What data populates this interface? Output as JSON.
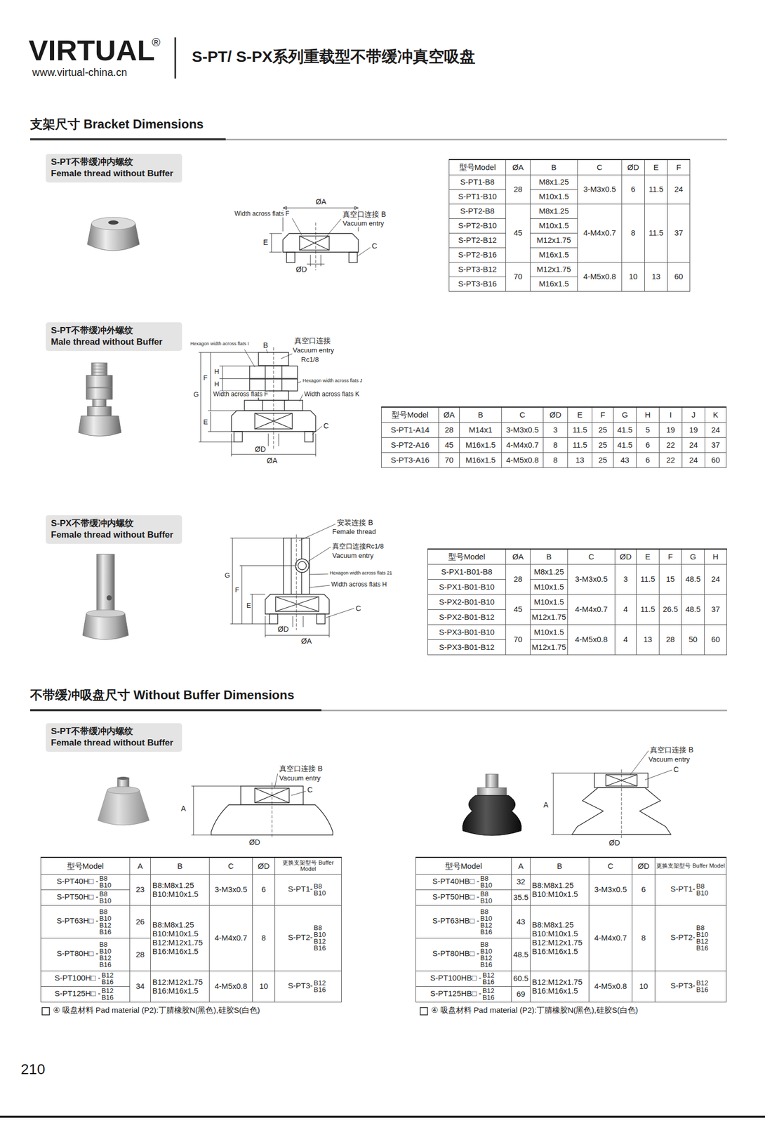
{
  "diagram": {
    "title": "S-PT/ S-PX系列重载型不带缓冲真空吸盘",
    "nodes": [
      {
        "text": [
          "S-PT不带缓冲内螺纹",
          "Female thread without Buffer"
        ]
      },
      {
        "text": [
          "S-PT不带缓冲外螺纹",
          "Male thread without Buffer"
        ]
      },
      {
        "text": [
          "S-PX不带缓冲内螺纹",
          "Female thread without Buffer"
        ]
      },
      {
        "text": [
          "S-PT不带缓冲内螺纹",
          "Female thread without Buffer"
        ]
      }
    ],
    "labels": [
      "VIRTUAL",
      "®",
      "www.virtual-china.cn",
      "支架尺寸 Bracket Dimensions",
      "ØA",
      "Width across flats F",
      "真空口连接 B",
      "Vacuum entry",
      "E",
      "C",
      "ØD",
      "型号Model",
      "ØA",
      "B",
      "C",
      "ØD",
      "E",
      "F",
      "S-PT1-B8",
      "28",
      "M8x1.25",
      "3-M3x0.5",
      "6",
      "11.5",
      "24",
      "S-PT1-B10",
      "M10x1.5",
      "S-PT2-B8",
      "45",
      "M8x1.25",
      "4-M4x0.7",
      "8",
      "11.5",
      "37",
      "S-PT2-B10",
      "M10x1.5",
      "S-PT2-B12",
      "M12x1.75",
      "S-PT2-B16",
      "M16x1.5",
      "S-PT3-B12",
      "70",
      "M12x1.75",
      "4-M5x0.8",
      "10",
      "13",
      "60",
      "S-PT3-B16",
      "M16x1.5",
      "Hexagon width across flats I",
      "B",
      "真空口连接",
      "Vacuum entry",
      "Rc1/8",
      "H",
      "H",
      "F",
      "G",
      "Hexagon width across flats J",
      "Width across flats F",
      "Width across flats K",
      "E",
      "C",
      "ØD",
      "ØA",
      "型号Model",
      "ØA",
      "B",
      "C",
      "ØD",
      "E",
      "F",
      "G",
      "H",
      "I",
      "J",
      "K",
      "S-PT1-A14",
      "28",
      "M14x1",
      "3-M3x0.5",
      "3",
      "11.5",
      "25",
      "41.5",
      "5",
      "19",
      "19",
      "24",
      "S-PT2-A16",
      "45",
      "M16x1.5",
      "4-M4x0.7",
      "8",
      "11.5",
      "25",
      "41.5",
      "6",
      "22",
      "24",
      "37",
      "S-PT3-A16",
      "70",
      "M16x1.5",
      "4-M5x0.8",
      "8",
      "13",
      "25",
      "43",
      "6",
      "22",
      "24",
      "60",
      "安装连接 B",
      "Female thread",
      "真空口连接Rc1/8",
      "Vacuum entry",
      "Hexagon width across flats 21",
      "Width across flats H",
      "G",
      "F",
      "E",
      "C",
      "ØD",
      "ØA",
      "型号Model",
      "ØA",
      "B",
      "C",
      "ØD",
      "E",
      "F",
      "G",
      "H",
      "S-PX1-B01-B8",
      "28",
      "M8x1.25",
      "3-M3x0.5",
      "3",
      "11.5",
      "15",
      "48.5",
      "24",
      "S-PX1-B01-B10",
      "M10x1.5",
      "S-PX2-B01-B10",
      "45",
      "M10x1.5",
      "4-M4x0.7",
      "4",
      "11.5",
      "26.5",
      "48.5",
      "37",
      "S-PX2-B01-B12",
      "M12x1.75",
      "S-PX3-B01-B10",
      "70",
      "M10x1.5",
      "4-M5x0.8",
      "4",
      "13",
      "28",
      "50",
      "60",
      "S-PX3-B01-B12",
      "M12x1.75",
      "不带缓冲吸盘尺寸 Without Buffer Dimensions",
      "真空口连接 B",
      "Vacuum entry",
      "C",
      "A",
      "ØD",
      "真空口连接 B",
      "Vacuum entry",
      "C",
      "A",
      "ØD",
      "型号Model",
      "A",
      "B",
      "C",
      "ØD",
      "更换支架型号 Buffer Model",
      "S-PT40H□ -",
      "B8 B10",
      "23",
      "B8:M8x1.25 B10:M10x1.5",
      "3-M3x0.5",
      "6",
      "S-PT1-",
      "B8 B10",
      "S-PT50H□ -",
      "B8 B10",
      "S-PT63H□ -",
      "B8 B10 B12 B16",
      "26",
      "B8:M8x1.25 B10:M10x1.5 B12:M12x1.75 B16:M16x1.5",
      "4-M4x0.7",
      "8",
      "S-PT2-",
      "B8 B10 B12 B16",
      "S-PT80H□ -",
      "B8 B10 B12 B16",
      "28",
      "S-PT100H□ -",
      "B12 B16",
      "34",
      "B12:M12x1.75 B16:M16x1.5",
      "4-M5x0.8",
      "10",
      "S-PT3-",
      "B12 B16",
      "S-PT125H□ -",
      "B12 B16",
      "④ 吸盘材料 Pad material (P2):丁腈橡胶N(黑色),硅胶S(白色)",
      "型号Model",
      "A",
      "B",
      "C",
      "ØD",
      "更换支架型号 Buffer Model",
      "S-PT40HB□ -",
      "B8 B10",
      "32",
      "B8:M8x1.25 B10:M10x1.5",
      "3-M3x0.5",
      "6",
      "S-PT1-",
      "B8 B10",
      "S-PT50HB□ -",
      "B8 B10",
      "35.5",
      "S-PT63HB□ -",
      "B8 B10 B12 B16",
      "43",
      "B8:M8x1.25 B10:M10x1.5 B12:M12x1.75 B16:M16x1.5",
      "4-M4x0.7",
      "8",
      "S-PT2-",
      "B8 B10 B12 B16",
      "S-PT80HB□ -",
      "B8 B10 B12 B16",
      "48.5",
      "S-PT100HB□ -",
      "B12 B16",
      "60.5",
      "B12:M12x1.75 B16:M16x1.5",
      "4-M5x0.8",
      "10",
      "S-PT3-",
      "B12 B16",
      "S-PT125HB□ -",
      "B12 B16",
      "69",
      "④ 吸盘材料 Pad material (P2):丁腈橡胶N(黑色),硅胶S(白色)",
      "210"
    ]
  }
}
